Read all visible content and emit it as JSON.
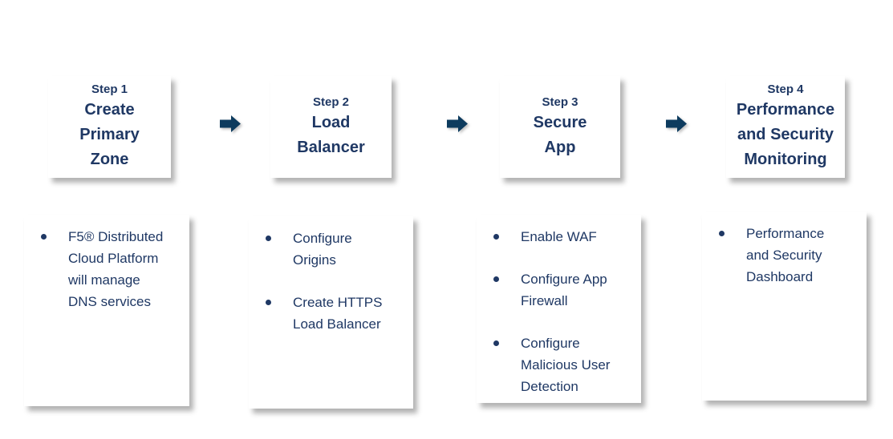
{
  "colors": {
    "text": "#1F3864",
    "arrow": "#0D3B5E",
    "box_background": "#FFFFFF",
    "page_background": "#FFFFFF"
  },
  "icons": {
    "arrow": "right-block-arrow",
    "bullet": "filled-circle-dot"
  },
  "steps": [
    {
      "step_label": "Step 1",
      "title": "Create\nPrimary\nZone",
      "bullets": [
        "F5® Distributed\nCloud Platform\nwill manage\nDNS services"
      ]
    },
    {
      "step_label": "Step 2",
      "title": "Load\nBalancer",
      "bullets": [
        "Configure\nOrigins",
        "Create HTTPS\nLoad Balancer"
      ]
    },
    {
      "step_label": "Step 3",
      "title": "Secure\nApp",
      "bullets": [
        "Enable WAF",
        "Configure App\nFirewall",
        "Configure\nMalicious User\nDetection"
      ]
    },
    {
      "step_label": "Step 4",
      "title": "Performance\nand Security\nMonitoring",
      "bullets": [
        "Performance\nand Security\nDashboard"
      ]
    }
  ]
}
